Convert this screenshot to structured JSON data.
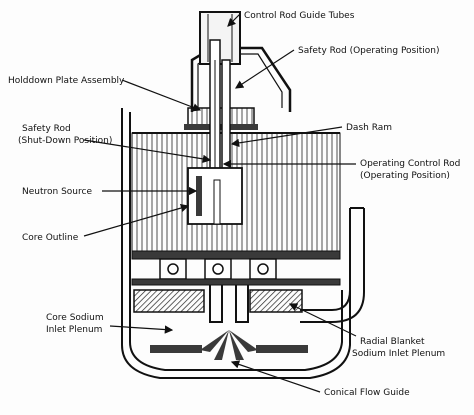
{
  "labels": {
    "control_rod_guide_tubes": "Control Rod Guide Tubes",
    "safety_rod_operating": "Safety Rod (Operating Position)",
    "holddown_plate_assembly": "Holddown Plate Assembly",
    "dash_ram": "Dash Ram",
    "safety_rod_shutdown_1": "Safety Rod",
    "safety_rod_shutdown_2": "(Shut-Down Position)",
    "operating_control_rod_1": "Operating Control Rod",
    "operating_control_rod_2": "(Operating Position)",
    "neutron_source": "Neutron Source",
    "core_outline": "Core Outline",
    "core_sodium_inlet_1": "Core Sodium",
    "core_sodium_inlet_2": "Inlet Plenum",
    "radial_blanket_1": "Radial Blanket",
    "radial_blanket_2": "Sodium Inlet Plenum",
    "conical_flow_guide": "Conical Flow Guide"
  },
  "colors": {
    "ink": "#111111",
    "paper": "#fdfdfd",
    "fill_dark": "#3a3a3a"
  }
}
